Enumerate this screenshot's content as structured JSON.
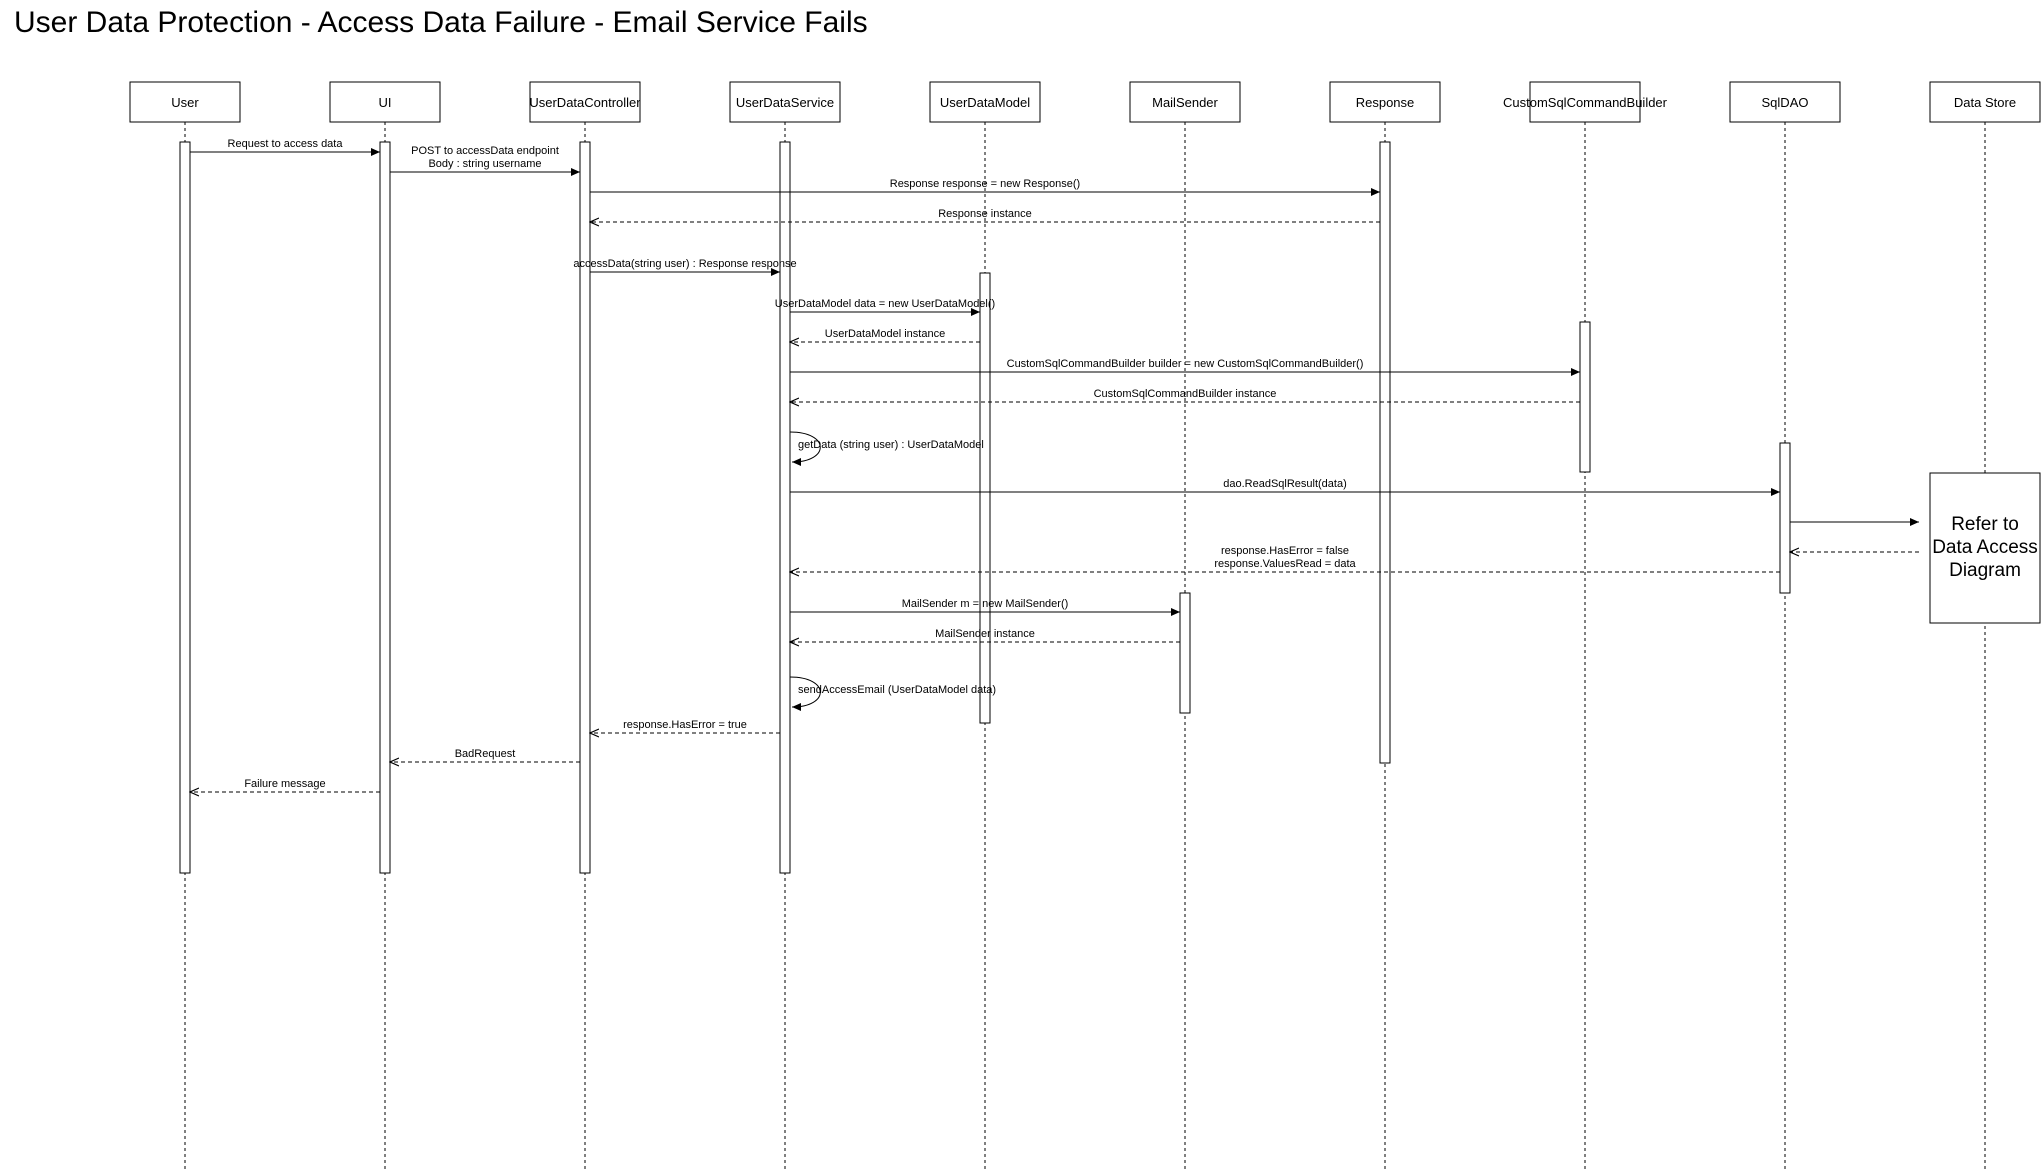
{
  "title": "User Data Protection - Access Data Failure - Email Service Fails",
  "participants": [
    {
      "id": "user",
      "label": "User"
    },
    {
      "id": "ui",
      "label": "UI"
    },
    {
      "id": "controller",
      "label": "UserDataController"
    },
    {
      "id": "service",
      "label": "UserDataService"
    },
    {
      "id": "model",
      "label": "UserDataModel"
    },
    {
      "id": "mailsender",
      "label": "MailSender"
    },
    {
      "id": "response",
      "label": "Response"
    },
    {
      "id": "builder",
      "label": "CustomSqlCommandBuilder"
    },
    {
      "id": "sqldao",
      "label": "SqlDAO"
    },
    {
      "id": "datastore",
      "label": "Data Store"
    }
  ],
  "messages": [
    {
      "from": "user",
      "to": "ui",
      "type": "sync",
      "label": [
        "Request to access data"
      ]
    },
    {
      "from": "ui",
      "to": "controller",
      "type": "sync",
      "label": [
        "POST to accessData endpoint",
        "Body : string username"
      ]
    },
    {
      "from": "controller",
      "to": "response",
      "type": "sync",
      "label": [
        "Response response = new Response()"
      ]
    },
    {
      "from": "response",
      "to": "controller",
      "type": "reply",
      "label": [
        "Response instance"
      ]
    },
    {
      "from": "controller",
      "to": "service",
      "type": "sync",
      "label": [
        "accessData(string user) : Response response"
      ]
    },
    {
      "from": "service",
      "to": "model",
      "type": "sync",
      "label": [
        "UserDataModel data = new UserDataModel()"
      ]
    },
    {
      "from": "model",
      "to": "service",
      "type": "reply",
      "label": [
        "UserDataModel instance"
      ]
    },
    {
      "from": "service",
      "to": "builder",
      "type": "sync",
      "label": [
        "CustomSqlCommandBuilder builder = new CustomSqlCommandBuilder()"
      ]
    },
    {
      "from": "builder",
      "to": "service",
      "type": "reply",
      "label": [
        "CustomSqlCommandBuilder instance"
      ]
    },
    {
      "from": "service",
      "to": "service",
      "type": "self",
      "label": [
        "getData (string user) : UserDataModel"
      ]
    },
    {
      "from": "service",
      "to": "sqldao",
      "type": "sync",
      "label": [
        "dao.ReadSqlResult(data)"
      ]
    },
    {
      "from": "sqldao",
      "to": "datastore",
      "type": "sync",
      "label": []
    },
    {
      "from": "datastore",
      "to": "sqldao",
      "type": "reply",
      "label": []
    },
    {
      "from": "sqldao",
      "to": "service",
      "type": "reply",
      "label": [
        "response.HasError = false",
        "response.ValuesRead = data"
      ]
    },
    {
      "from": "service",
      "to": "mailsender",
      "type": "sync",
      "label": [
        "MailSender m = new MailSender()"
      ]
    },
    {
      "from": "mailsender",
      "to": "service",
      "type": "reply",
      "label": [
        "MailSender instance"
      ]
    },
    {
      "from": "service",
      "to": "service",
      "type": "self",
      "label": [
        "sendAccessEmail (UserDataModel data)"
      ]
    },
    {
      "from": "service",
      "to": "controller",
      "type": "reply",
      "label": [
        "response.HasError = true"
      ]
    },
    {
      "from": "controller",
      "to": "ui",
      "type": "reply",
      "label": [
        "BadRequest"
      ]
    },
    {
      "from": "ui",
      "to": "user",
      "type": "reply",
      "label": [
        "Failure message"
      ]
    }
  ],
  "note": {
    "target": "datastore",
    "lines": [
      "Refer to",
      "Data Access",
      "Diagram"
    ]
  }
}
